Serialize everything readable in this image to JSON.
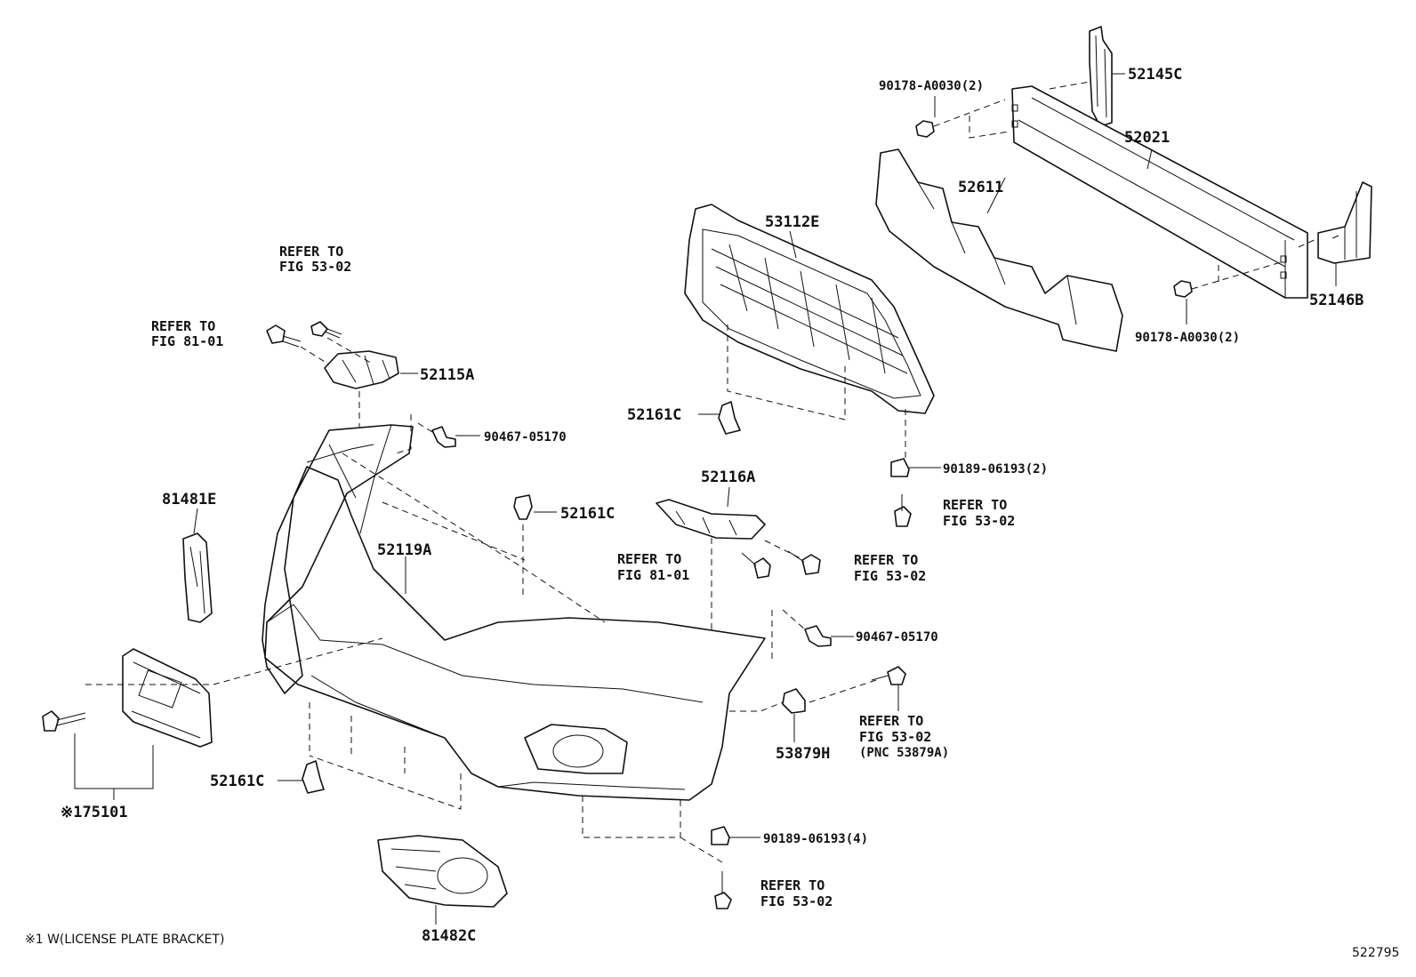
{
  "parts": {
    "p52145C": "52145C",
    "p90178_top": "90178-A0030(2)",
    "p52021": "52021",
    "p52611": "52611",
    "p53112E": "53112E",
    "p52146B": "52146B",
    "p90178_bot": "90178-A0030(2)",
    "p52115A": "52115A",
    "p90467_top": "90467-05170",
    "p52161C_grille": "52161C",
    "p90189_right": "90189-06193(2)",
    "p52116A": "52116A",
    "p81481E": "81481E",
    "p52161C_mid": "52161C",
    "p52119A": "52119A",
    "p90467_mid": "90467-05170",
    "p53879H": "53879H",
    "p175101": "※175101",
    "p52161C_low": "52161C",
    "p90189_bot": "90189-06193(4)",
    "p81482C": "81482C"
  },
  "refs": {
    "r1_a": "REFER TO",
    "r1_b": "FIG 53-02",
    "r2_a": "REFER TO",
    "r2_b": "FIG 81-01",
    "r3_a": "REFER TO",
    "r3_b": "FIG 53-02",
    "r4_a": "REFER TO",
    "r4_b": "FIG 81-01",
    "r5_a": "REFER TO",
    "r5_b": "FIG 53-02",
    "r6_a": "REFER TO",
    "r6_b": "FIG 53-02",
    "r6_c": "(PNC 53879A)",
    "r7_a": "REFER TO",
    "r7_b": "FIG 53-02"
  },
  "footnote": "※1 W(LICENSE PLATE BRACKET)",
  "diagram_number": "522795"
}
